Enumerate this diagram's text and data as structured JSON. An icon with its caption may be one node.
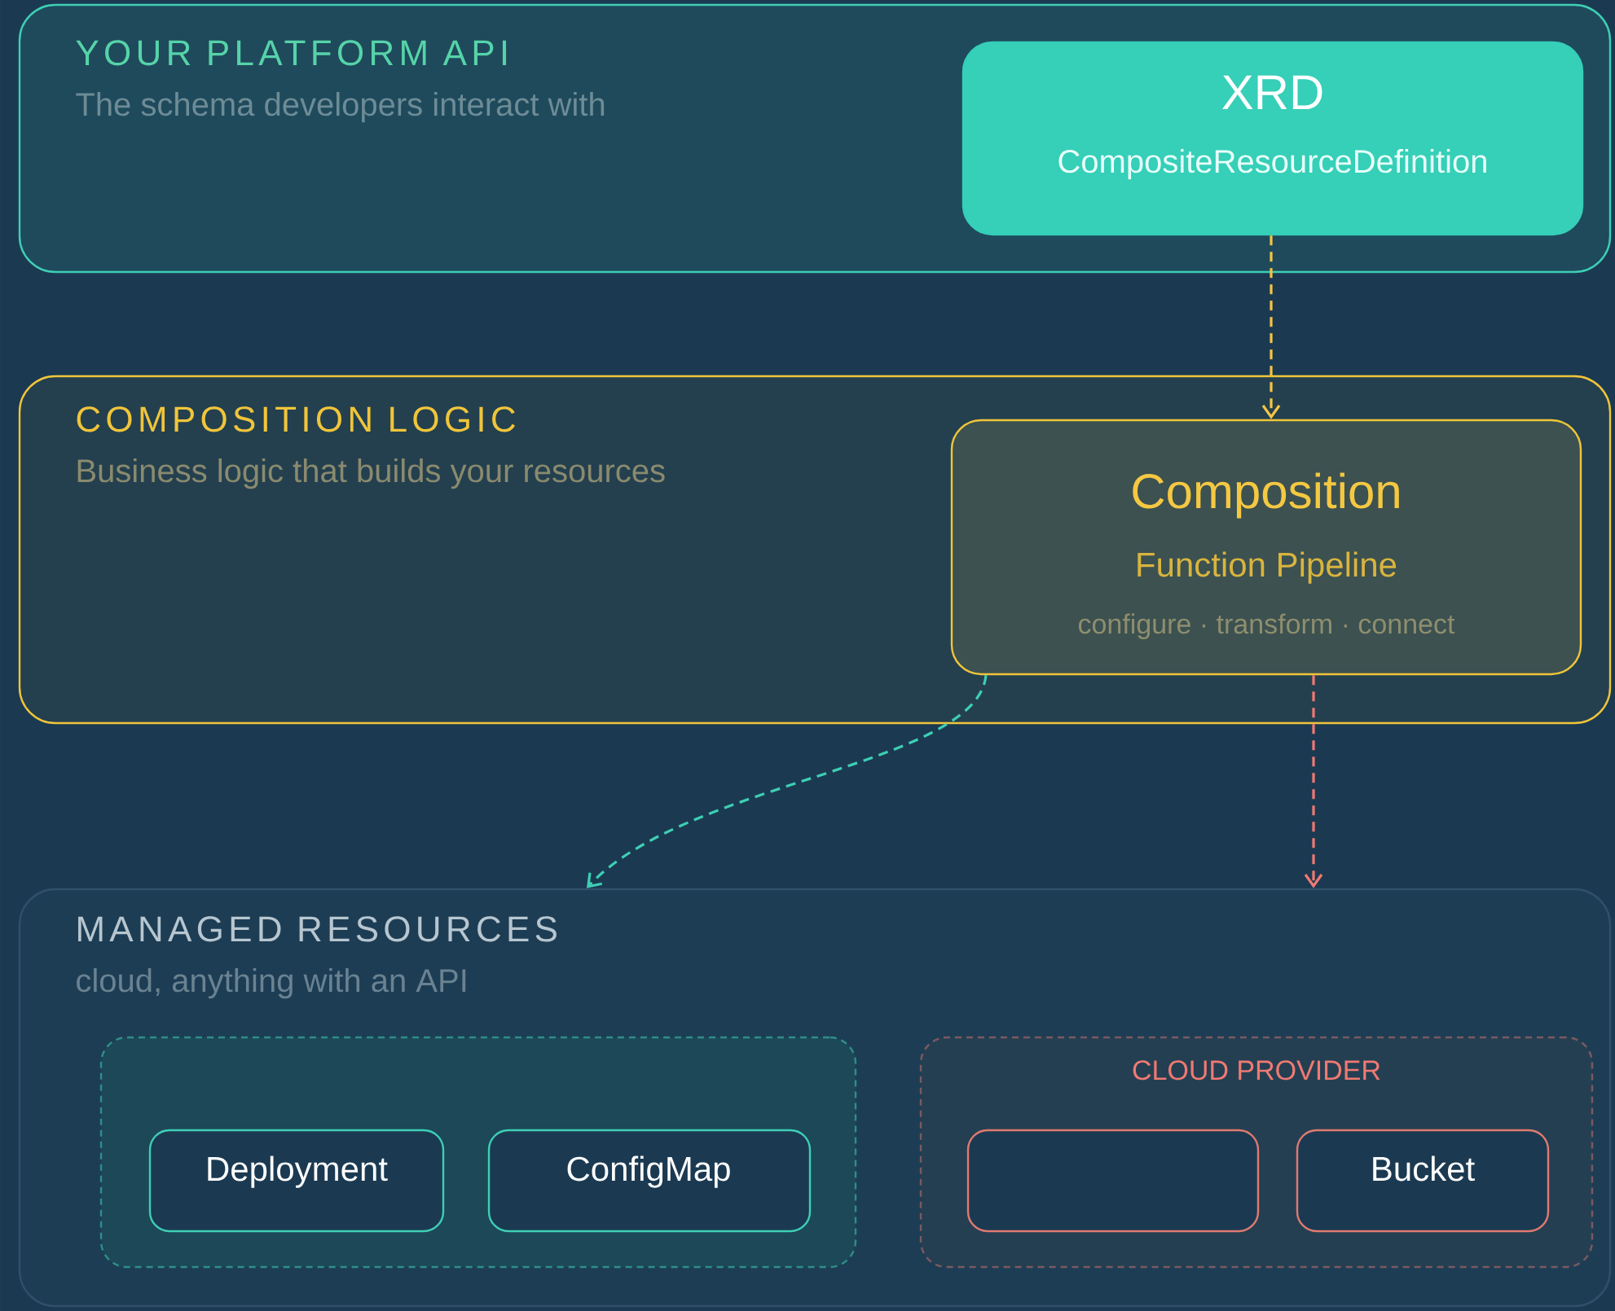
{
  "diagram": {
    "nodes": [
      {
        "text": [
          "YOUR PLATFORM API",
          "The schema developers interact with"
        ]
      },
      {
        "text": [
          "XRD",
          "CompositeResourceDefinition"
        ],
        "in": 0
      },
      {
        "text": [
          "COMPOSITION LOGIC",
          "Business logic that builds your resources"
        ]
      },
      {
        "text": [
          "Composition",
          "Function Pipeline",
          "configure · transform · connect"
        ],
        "in": 2
      },
      {
        "text": [
          "MANAGED RESOURCES",
          "cloud, anything with an API"
        ]
      },
      {
        "text": [],
        "shape": "box",
        "in": 4
      },
      {
        "text": [
          "Deployment"
        ],
        "in": 5
      },
      {
        "text": [
          "ConfigMap"
        ],
        "in": 5
      },
      {
        "text": [
          "CLOUD PROVIDER"
        ],
        "in": 4
      },
      {
        "text": [],
        "shape": "box",
        "in": 8
      },
      {
        "text": [
          "Bucket"
        ],
        "in": 8
      }
    ],
    "edges": [
      {
        "from": 1,
        "to": 3,
        "arrow": "to",
        "style": "dashed",
        "color": "#f5c542"
      },
      {
        "from": 3,
        "to": 4,
        "arrow": "to",
        "style": "dashed",
        "color": "#3ecfb4"
      },
      {
        "from": 3,
        "to": 4,
        "arrow": "to",
        "style": "dashed",
        "color": "#f07a72"
      }
    ]
  }
}
